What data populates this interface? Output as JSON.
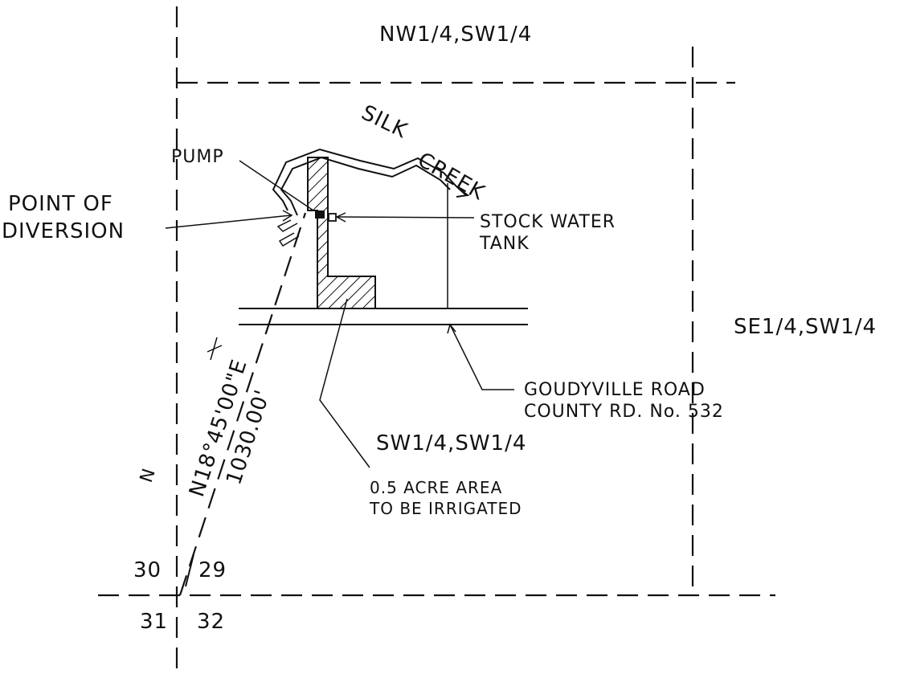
{
  "labels": {
    "nw_quarter": "NW1/4,SW1/4",
    "se_quarter": "SE1/4,SW1/4",
    "sw_quarter": "SW1/4,SW1/4",
    "silk": "SILK",
    "creek": "CREEK",
    "pump": "PUMP",
    "point_of_diversion_line1": "POINT OF",
    "point_of_diversion_line2": "DIVERSION",
    "stock_water_tank_line1": "STOCK WATER",
    "stock_water_tank_line2": "TANK",
    "road_line1": "GOUDYVILLE ROAD",
    "road_line2": "COUNTY RD. No. 532",
    "irrigated_line1": "0.5 ACRE AREA",
    "irrigated_line2": "TO BE IRRIGATED",
    "bearing": "N18°45'00\"E",
    "distance": "1030.00'",
    "section_30": "30",
    "section_29": "29",
    "section_31": "31",
    "section_32": "32",
    "north_marker": "N"
  },
  "colors": {
    "ink": "#111111",
    "paper": "#ffffff"
  }
}
